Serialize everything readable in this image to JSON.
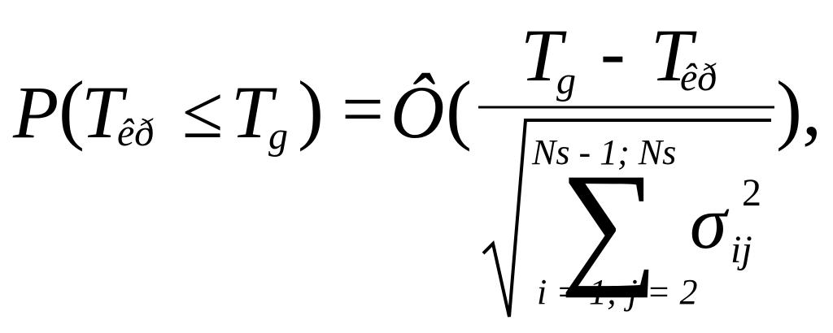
{
  "equation": {
    "lhs": {
      "P": "P",
      "open_paren": "(",
      "T": "T",
      "T_sub": "êð",
      "leq": "≤",
      "T2": "T",
      "T2_sub": "g",
      "close_paren": ")"
    },
    "equals": "=",
    "func": "Ô",
    "func_open_paren": "(",
    "numerator": {
      "T_left": "T",
      "T_left_sub": "g",
      "minus": "-",
      "T_right": "T",
      "T_right_sub": "êð"
    },
    "denominator": {
      "sum_symbol": "∑",
      "upper_limit": "Ns - 1; Ns",
      "lower_limit": "i = 1; j = 2",
      "sigma": "σ",
      "sigma_sub": "ij",
      "sigma_sup": "2"
    },
    "trailing": "),"
  }
}
